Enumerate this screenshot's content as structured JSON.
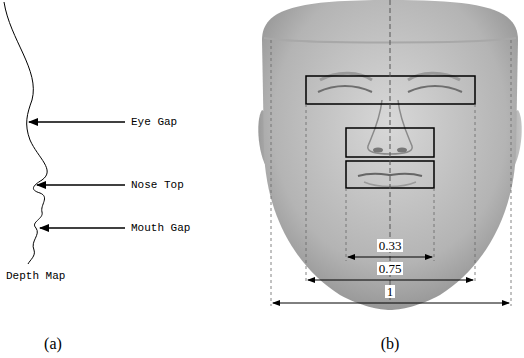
{
  "diagram": {
    "labels": [
      "Eye Gap",
      "Nose Top",
      "Mouth Gap",
      "Depth Map",
      "0.33",
      "0.75",
      "1",
      "(a)",
      "(b)"
    ]
  }
}
